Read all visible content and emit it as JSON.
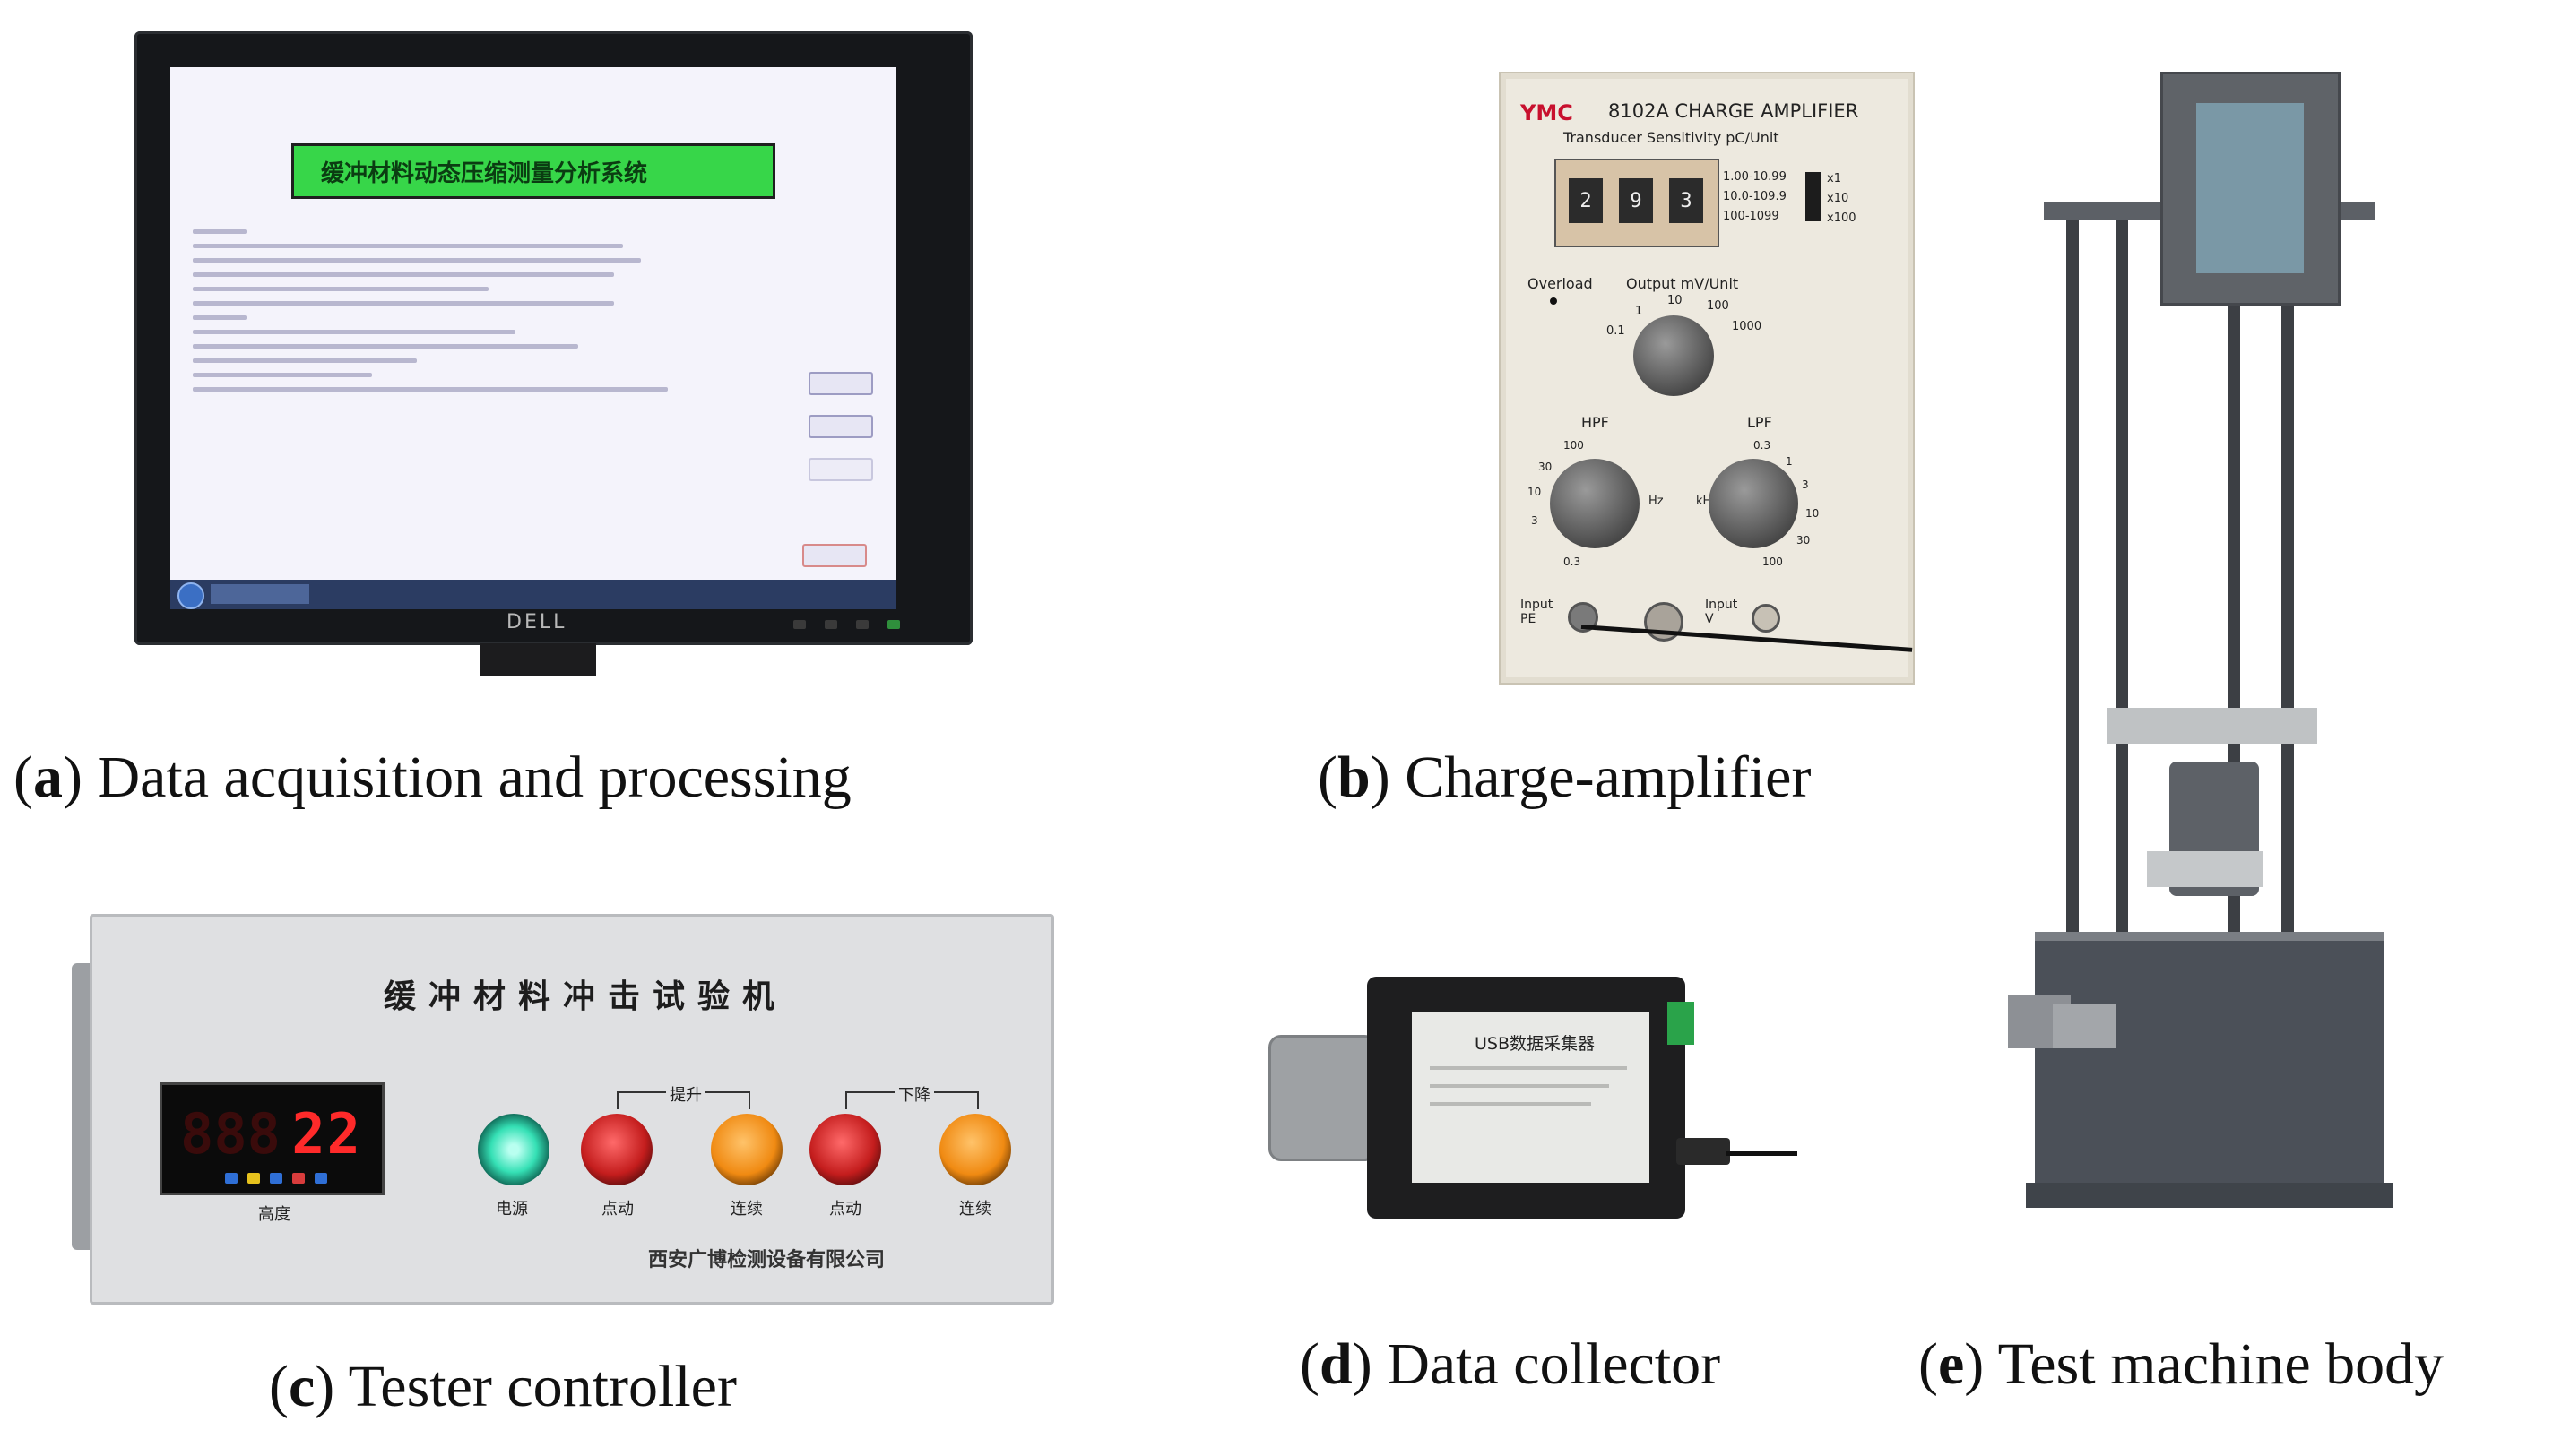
{
  "captions": {
    "a": {
      "letter": "a",
      "text": " Data acquisition and processing"
    },
    "b": {
      "letter": "b",
      "text": " Charge-amplifier"
    },
    "c": {
      "letter": "c",
      "text": " Tester controller"
    },
    "d": {
      "letter": "d",
      "text": " Data collector"
    },
    "e": {
      "letter": "e",
      "text": " Test machine body"
    }
  },
  "monitor": {
    "software_title": "缓冲材料动态压缩测量分析系统",
    "brand": "DELL"
  },
  "amplifier": {
    "brand": "YMC",
    "model": "8102A CHARGE AMPLIFIER",
    "sensitivity_label": "Transducer Sensitivity  pC/Unit",
    "digits": [
      "2",
      "9",
      "3"
    ],
    "ranges": [
      "1.00-10.99",
      "10.0-109.9",
      "100-1099"
    ],
    "multipliers": [
      "x1",
      "x10",
      "x100"
    ],
    "overload": "Overload",
    "output": "Output  mV/Unit",
    "output_scale": [
      "0.1",
      "1",
      "10",
      "100",
      "1000"
    ],
    "hpf": "HPF",
    "lpf": "LPF",
    "hz": "Hz",
    "khz": "kHz",
    "hpf_scale": [
      "100",
      "30",
      "10",
      "3",
      "0.3"
    ],
    "lpf_scale": [
      "0.3",
      "1",
      "3",
      "10",
      "30",
      "100"
    ],
    "input_pe": "Input\nPE",
    "input_v": "Input\nV"
  },
  "controller": {
    "title": "缓冲材料冲击试验机",
    "display_value": "22",
    "display_label": "高度",
    "power_label": "电源",
    "up_group": "提升",
    "down_group": "下降",
    "jog_label_1": "点动",
    "cont_label_1": "连续",
    "jog_label_2": "点动",
    "cont_label_2": "连续",
    "company": "西安广博检测设备有限公司"
  },
  "collector": {
    "title": "USB数据采集器"
  },
  "colors": {
    "screen_title_bg": "#37d649",
    "lcd_digit": "#ff2a2a",
    "btn_red": "#c41d1d",
    "btn_orange": "#f08a12",
    "btn_green": "#35e0b5"
  }
}
